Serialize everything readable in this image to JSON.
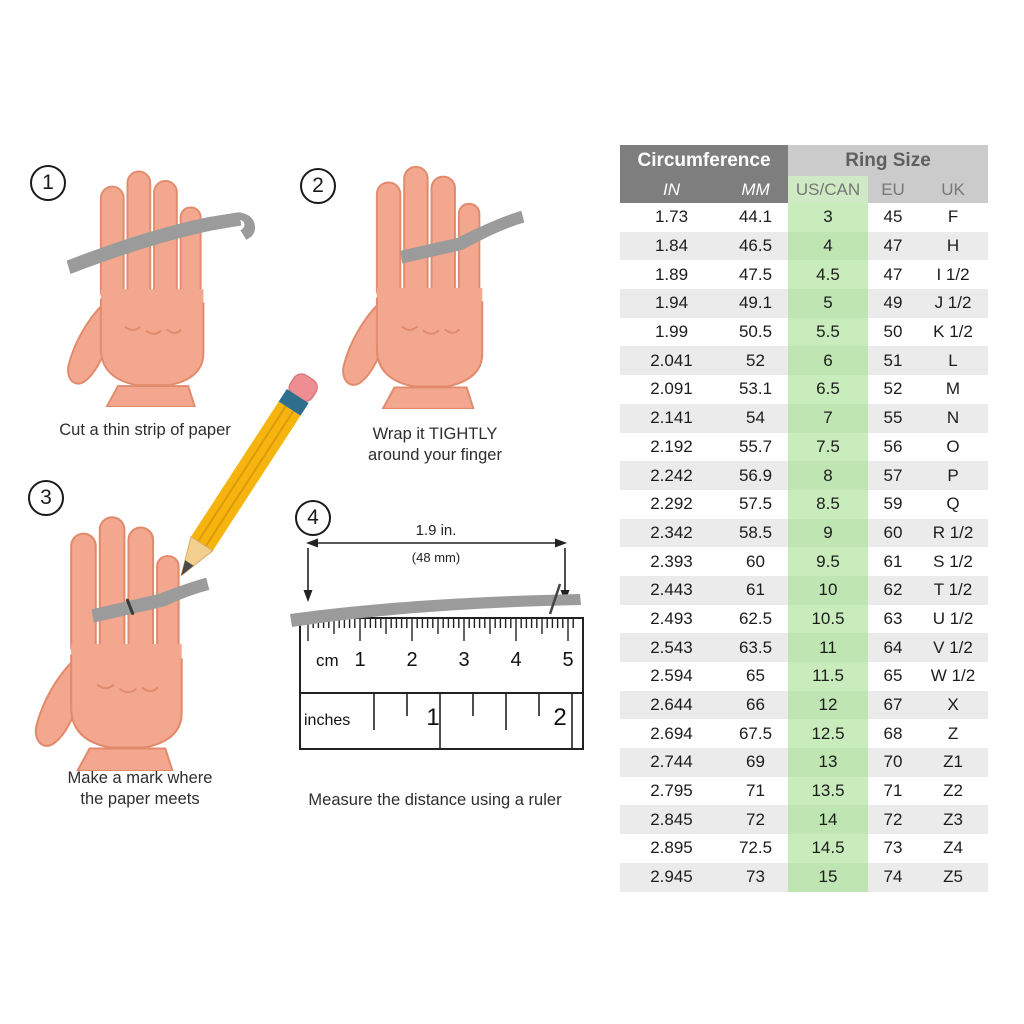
{
  "steps": [
    {
      "number": "1",
      "caption": "Cut a thin strip of paper"
    },
    {
      "number": "2",
      "caption": "Wrap it TIGHTLY\naround your finger"
    },
    {
      "number": "3",
      "caption": "Make a mark where\nthe paper meets"
    },
    {
      "number": "4",
      "caption": "Measure the distance using a ruler"
    }
  ],
  "ruler": {
    "length_label": "1.9 in.",
    "length_label_mm": "(48 mm)",
    "cm_unit": "cm",
    "cm_numbers": [
      "1",
      "2",
      "3",
      "4",
      "5"
    ],
    "inch_unit": "inches",
    "inch_numbers": [
      "1",
      "2"
    ]
  },
  "table": {
    "group_headers": [
      {
        "label": "Circumference",
        "colspan": 2
      },
      {
        "label": "Ring Size",
        "colspan": 3
      }
    ],
    "columns": [
      "IN",
      "MM",
      "US/CAN",
      "EU",
      "UK"
    ],
    "rows": [
      [
        "1.73",
        "44.1",
        "3",
        "45",
        "F"
      ],
      [
        "1.84",
        "46.5",
        "4",
        "47",
        "H"
      ],
      [
        "1.89",
        "47.5",
        "4.5",
        "47",
        "I 1/2"
      ],
      [
        "1.94",
        "49.1",
        "5",
        "49",
        "J 1/2"
      ],
      [
        "1.99",
        "50.5",
        "5.5",
        "50",
        "K 1/2"
      ],
      [
        "2.041",
        "52",
        "6",
        "51",
        "L"
      ],
      [
        "2.091",
        "53.1",
        "6.5",
        "52",
        "M"
      ],
      [
        "2.141",
        "54",
        "7",
        "55",
        "N"
      ],
      [
        "2.192",
        "55.7",
        "7.5",
        "56",
        "O"
      ],
      [
        "2.242",
        "56.9",
        "8",
        "57",
        "P"
      ],
      [
        "2.292",
        "57.5",
        "8.5",
        "59",
        "Q"
      ],
      [
        "2.342",
        "58.5",
        "9",
        "60",
        "R 1/2"
      ],
      [
        "2.393",
        "60",
        "9.5",
        "61",
        "S 1/2"
      ],
      [
        "2.443",
        "61",
        "10",
        "62",
        "T 1/2"
      ],
      [
        "2.493",
        "62.5",
        "10.5",
        "63",
        "U 1/2"
      ],
      [
        "2.543",
        "63.5",
        "11",
        "64",
        "V 1/2"
      ],
      [
        "2.594",
        "65",
        "11.5",
        "65",
        "W 1/2"
      ],
      [
        "2.644",
        "66",
        "12",
        "67",
        "X"
      ],
      [
        "2.694",
        "67.5",
        "12.5",
        "68",
        "Z"
      ],
      [
        "2.744",
        "69",
        "13",
        "70",
        "Z1"
      ],
      [
        "2.795",
        "71",
        "13.5",
        "71",
        "Z2"
      ],
      [
        "2.845",
        "72",
        "14",
        "72",
        "Z3"
      ],
      [
        "2.895",
        "72.5",
        "14.5",
        "73",
        "Z4"
      ],
      [
        "2.945",
        "73",
        "15",
        "74",
        "Z5"
      ]
    ]
  },
  "colors": {
    "header_dark": "#7e7e7e",
    "header_light": "#cbcbcb",
    "row_alt": "#ebebeb",
    "uscan_green": "#c9ecbd",
    "skin": "#f3a78e",
    "paper_gray": "#9b9b9b",
    "pencil_yellow": "#f6b40e",
    "pencil_eraser": "#ee8e93",
    "pencil_ferrule": "#2e6f8e"
  }
}
